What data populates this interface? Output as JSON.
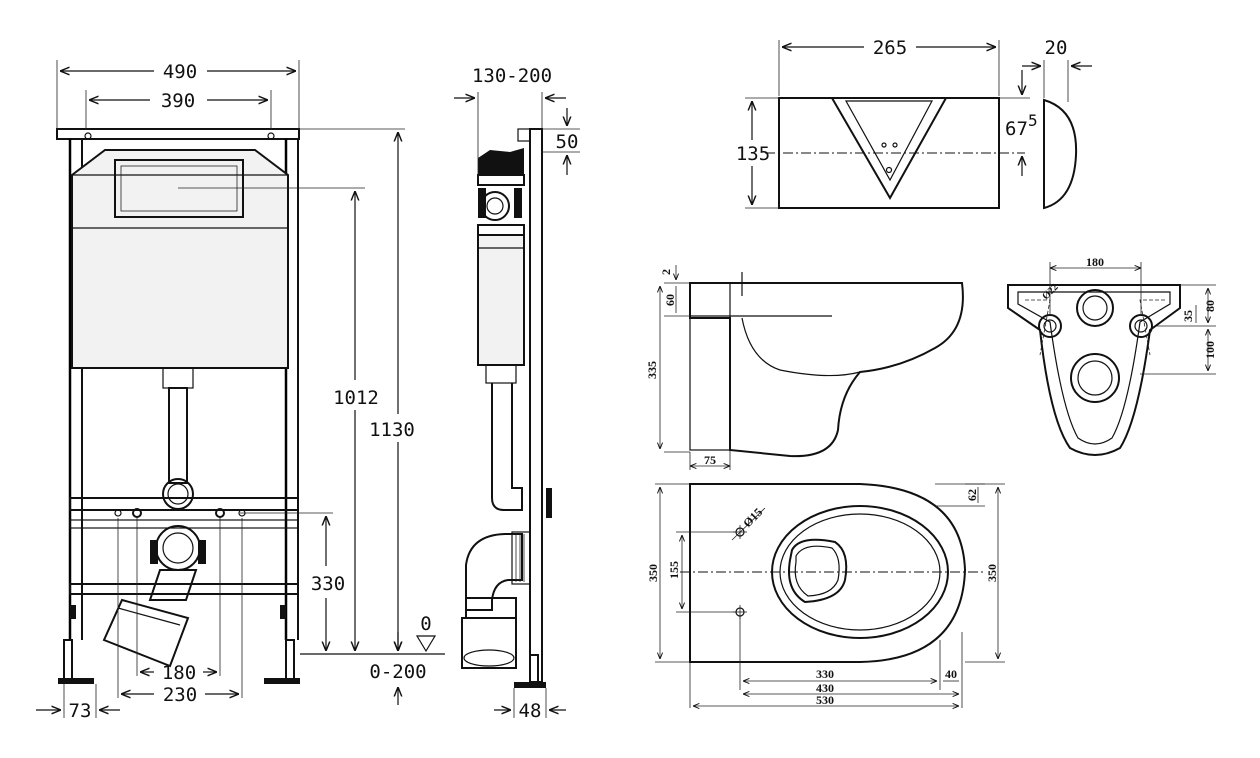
{
  "frame_front": {
    "dims": {
      "width_outer": "490",
      "width_inner": "390",
      "height_tank": "1012",
      "height_total": "1130",
      "height_outlet": "330",
      "floor_zero": "0",
      "floor_range": "0-200",
      "outlet_offset_1": "180",
      "outlet_offset_2": "230",
      "foot": "73"
    }
  },
  "frame_side": {
    "dims": {
      "wall_depth": "130-200",
      "top": "50",
      "foot": "48"
    }
  },
  "flush_plate": {
    "dims": {
      "width": "265",
      "thickness": "20",
      "height": "135",
      "center": "67",
      "center_sup": "5"
    }
  },
  "bowl_side": {
    "dims": {
      "top_lip": "2",
      "rim": "60",
      "height": "335",
      "foot": "75"
    }
  },
  "bowl_back": {
    "dims": {
      "hole_spacing": "180",
      "hole_dia": "Ø22",
      "h80": "80",
      "h35": "35",
      "h100": "100"
    }
  },
  "bowl_top": {
    "dims": {
      "hole_dia": "Ø15",
      "width_left": "350",
      "hole_spacing": "155",
      "width_right": "350",
      "rim": "62",
      "d330": "330",
      "d40": "40",
      "d430": "430",
      "d530": "530"
    }
  }
}
